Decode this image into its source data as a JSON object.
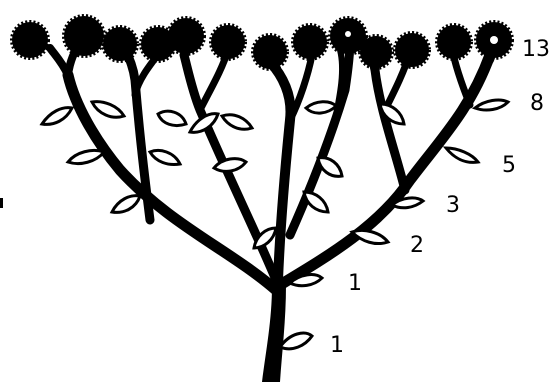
{
  "figure": {
    "subject": "branching-plant",
    "colors": {
      "ink": "#000000",
      "paper": "#ffffff"
    },
    "level_labels": [
      {
        "id": "trunk-base",
        "text": "1"
      },
      {
        "id": "trunk-upper",
        "text": "1"
      },
      {
        "id": "level-3",
        "text": "2"
      },
      {
        "id": "level-4",
        "text": "3"
      },
      {
        "id": "level-5",
        "text": "5"
      },
      {
        "id": "level-6",
        "text": "8"
      },
      {
        "id": "level-7",
        "text": "13"
      }
    ]
  }
}
